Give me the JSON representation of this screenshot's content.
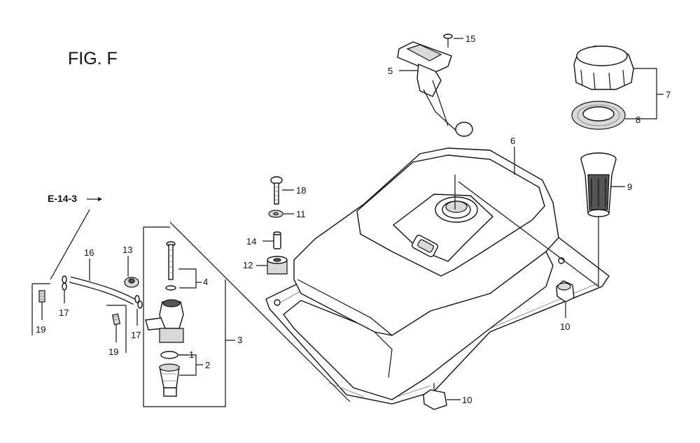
{
  "figure": {
    "title": "FIG. F"
  },
  "reference": {
    "label": "E-14-3"
  },
  "callouts": [
    {
      "id": "c1",
      "text": "1"
    },
    {
      "id": "c2",
      "text": "2"
    },
    {
      "id": "c3",
      "text": "3"
    },
    {
      "id": "c4",
      "text": "4"
    },
    {
      "id": "c5",
      "text": "5"
    },
    {
      "id": "c6",
      "text": "6"
    },
    {
      "id": "c7",
      "text": "7"
    },
    {
      "id": "c8",
      "text": "8"
    },
    {
      "id": "c9",
      "text": "9"
    },
    {
      "id": "c10a",
      "text": "10"
    },
    {
      "id": "c10b",
      "text": "10"
    },
    {
      "id": "c11",
      "text": "11"
    },
    {
      "id": "c12",
      "text": "12"
    },
    {
      "id": "c13",
      "text": "13"
    },
    {
      "id": "c14",
      "text": "14"
    },
    {
      "id": "c15",
      "text": "15"
    },
    {
      "id": "c16",
      "text": "16"
    },
    {
      "id": "c17a",
      "text": "17"
    },
    {
      "id": "c17b",
      "text": "17"
    },
    {
      "id": "c18",
      "text": "18"
    },
    {
      "id": "c19a",
      "text": "19"
    },
    {
      "id": "c19b",
      "text": "19"
    }
  ],
  "icons": [
    "fuel-tank-icon",
    "fuel-cap-icon",
    "fuel-valve-icon",
    "fuel-gauge-icon",
    "fuel-filter-icon",
    "fuel-tube-icon"
  ]
}
